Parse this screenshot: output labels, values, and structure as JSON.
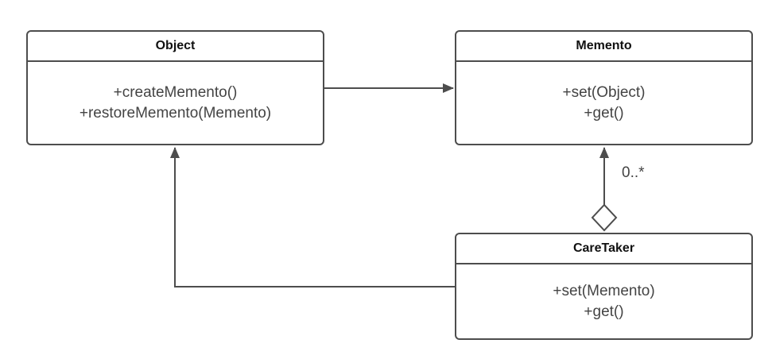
{
  "classes": {
    "object": {
      "name": "Object",
      "methods": [
        "+createMemento()",
        "+restoreMemento(Memento)"
      ]
    },
    "memento": {
      "name": "Memento",
      "methods": [
        "+set(Object)",
        "+get()"
      ]
    },
    "caretaker": {
      "name": "CareTaker",
      "methods": [
        "+set(Memento)",
        "+get()"
      ]
    }
  },
  "relations": {
    "caretaker_memento_multiplicity": "0..*"
  },
  "colors": {
    "stroke": "#4d4d4d",
    "text": "#444444",
    "title_text": "#111111"
  }
}
